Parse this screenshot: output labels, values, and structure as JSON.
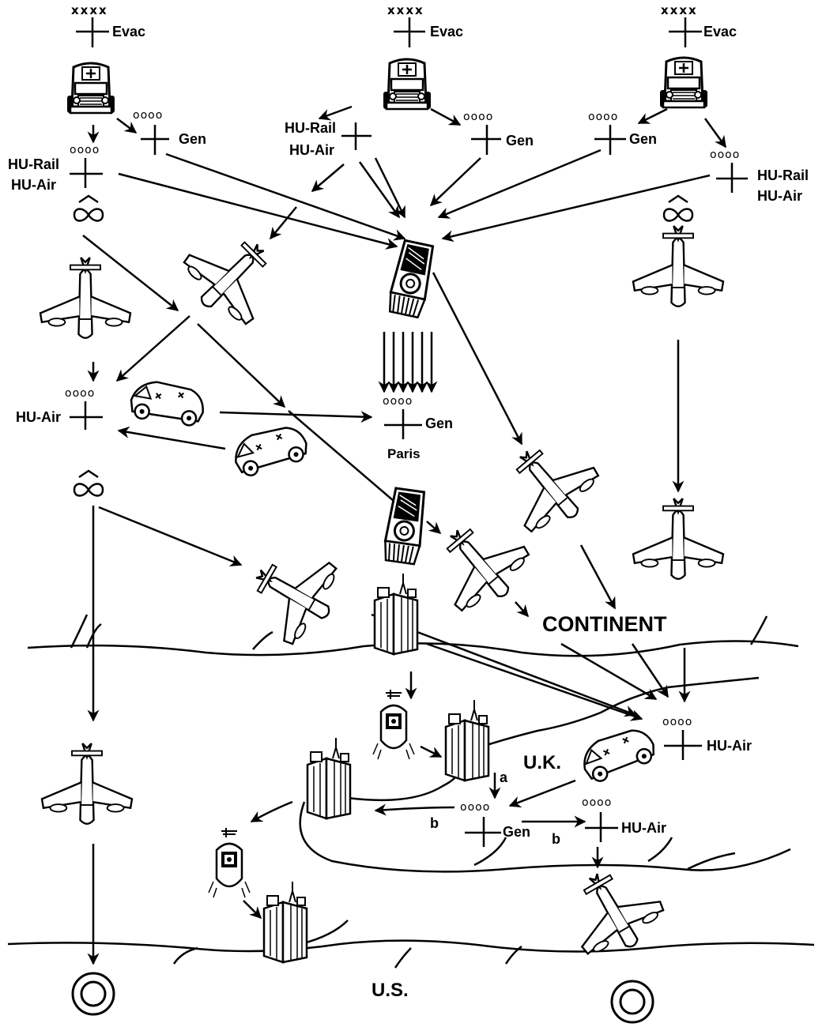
{
  "army_symbol": "xxxx",
  "hospital_symbol": "oooo",
  "labels": {
    "evac": "Evac",
    "gen": "Gen",
    "hu_rail": "HU-Rail",
    "hu_air": "HU-Air",
    "paris": "Paris",
    "continent": "CONTINENT",
    "uk": "U.K.",
    "us": "U.S.",
    "a": "a",
    "b": "b"
  }
}
